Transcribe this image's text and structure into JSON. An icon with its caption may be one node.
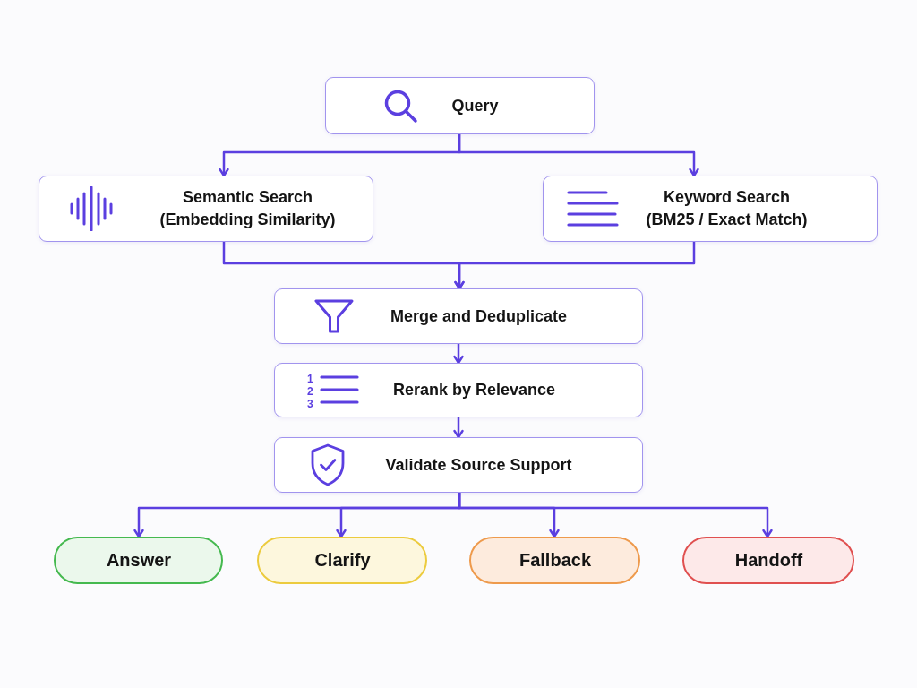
{
  "diagram": {
    "nodes": [
      {
        "text": [
          "Query"
        ]
      },
      {
        "text": [
          "Semantic Search",
          "(Embedding Similarity)"
        ]
      },
      {
        "text": [
          "Keyword Search",
          "(BM25 / Exact Match)"
        ]
      },
      {
        "text": [
          "Merge and Deduplicate"
        ]
      },
      {
        "text": [
          "Rerank by Relevance"
        ]
      },
      {
        "text": [
          "Validate Source Support"
        ]
      },
      {
        "text": [
          "Answer"
        ]
      },
      {
        "text": [
          "Clarify"
        ]
      },
      {
        "text": [
          "Fallback"
        ]
      },
      {
        "text": [
          "Handoff"
        ]
      }
    ],
    "edges": [
      {
        "from": 0,
        "to": 1,
        "arrow": "to"
      },
      {
        "from": 0,
        "to": 2,
        "arrow": "to"
      },
      {
        "from": 1,
        "to": 3,
        "arrow": "to"
      },
      {
        "from": 2,
        "to": 3,
        "arrow": "to"
      },
      {
        "from": 3,
        "to": 4,
        "arrow": "to"
      },
      {
        "from": 4,
        "to": 5,
        "arrow": "to"
      },
      {
        "from": 5,
        "to": 6,
        "arrow": "to"
      },
      {
        "from": 5,
        "to": 7,
        "arrow": "to"
      },
      {
        "from": 5,
        "to": 8,
        "arrow": "to"
      },
      {
        "from": 5,
        "to": 9,
        "arrow": "to"
      }
    ],
    "labels": [
      "1",
      "2",
      "3"
    ]
  }
}
